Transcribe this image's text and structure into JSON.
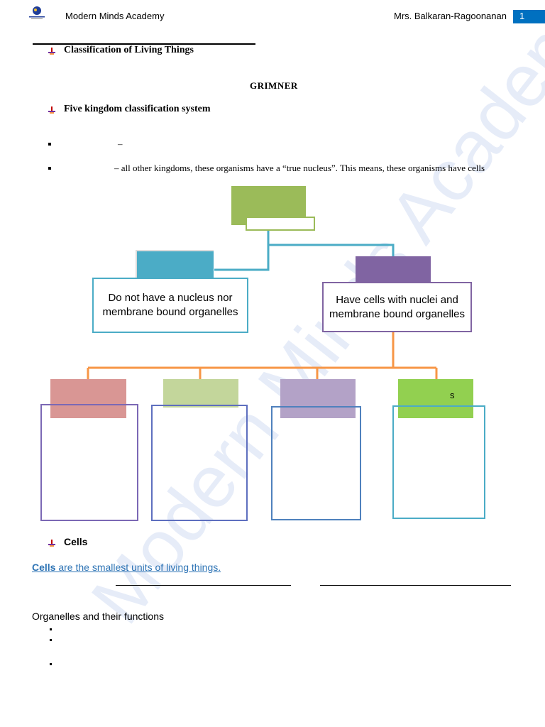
{
  "header": {
    "school_name": "Modern Minds Academy",
    "teacher_name": "Mrs. Balkaran-Ragoonanan",
    "page_number": "1"
  },
  "section_classification": {
    "title": "Classification of Living Things"
  },
  "word_heading": "GRIMNER",
  "section_five_kingdom": {
    "title": "Five kingdom classification system",
    "bullet_1_dash": "–",
    "bullet_2_text": "– all other kingdoms, these organisms have a “true nucleus”. This means, these organisms have cells"
  },
  "diagram": {
    "prokaryote_desc": "Do not have a nucleus nor membrane bound organelles",
    "eukaryote_desc": "Have cells with nuclei and membrane bound organelles",
    "kingdom_4_label": "s",
    "colors": {
      "top_green": "#9bbb59",
      "teal": "#4bacc6",
      "purple": "#8064a2",
      "orange": "#f79646",
      "pink": "#d99694",
      "light_green": "#c3d69b",
      "lavender": "#b3a2c7",
      "bright_green": "#92d050"
    }
  },
  "section_cells": {
    "title": "Cells",
    "definition_term": "Cells",
    "definition_rest": " are the smallest units of living things."
  },
  "organelles": {
    "title": "Organelles and their functions"
  },
  "watermark": "Modern Minds Academy"
}
